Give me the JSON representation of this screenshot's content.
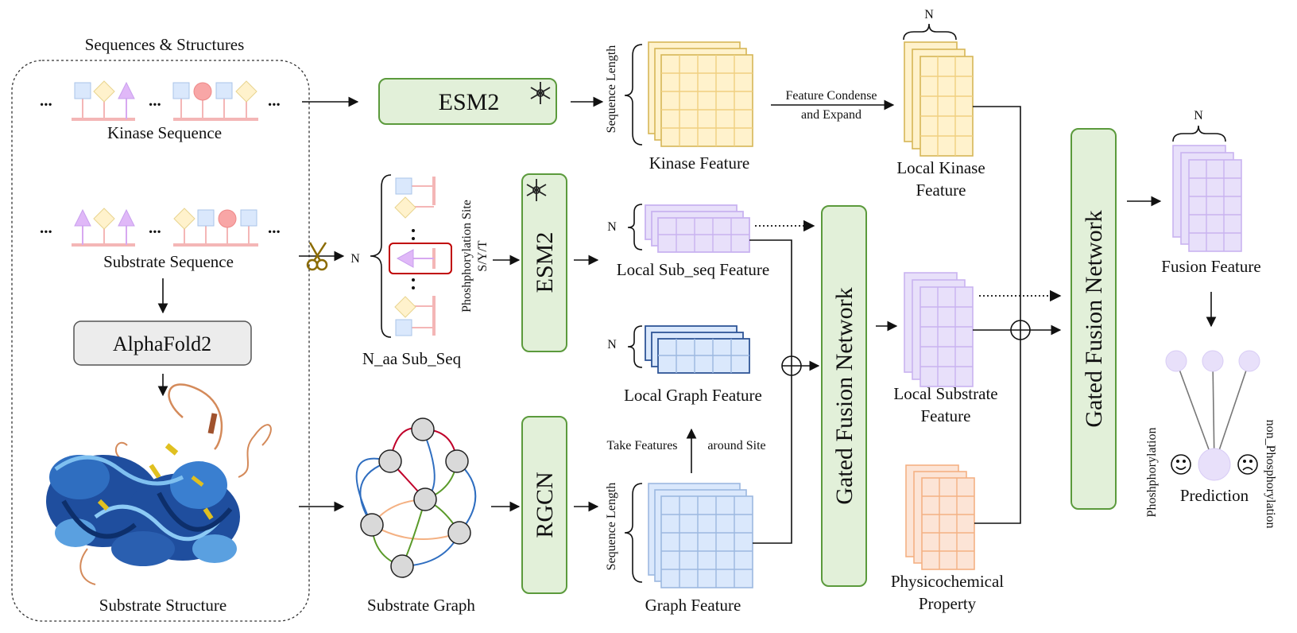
{
  "panel": {
    "title": "Sequences & Structures"
  },
  "labels": {
    "kinase_sequence": "Kinase Sequence",
    "substrate_sequence": "Substrate Sequence",
    "alphafold": "AlphaFold2",
    "substrate_structure": "Substrate Structure",
    "esm2_top": "ESM2",
    "esm2_sub": "ESM2",
    "rgcn": "RGCN",
    "n_sub": "N",
    "phospho_site_1": "Phoshphorylation Site",
    "phospho_site_2": "S/Y/T",
    "naa_subseq": "N_aa Sub_Seq",
    "substrate_graph": "Substrate Graph",
    "seq_length_top": "Sequence Length",
    "seq_length_bottom": "Sequence Length",
    "kinase_feature": "Kinase Feature",
    "local_subseq_feature": "Local Sub_seq Feature",
    "local_graph_feature": "Local Graph Feature",
    "graph_feature": "Graph Feature",
    "n_localsub": "N",
    "n_localgraph": "N",
    "take_features": "Take Features",
    "around_site": "around Site",
    "condense_1": "Feature Condense",
    "condense_2": "and Expand",
    "n_top": "N",
    "local_kinase_1": "Local Kinase",
    "local_kinase_2": "Feature",
    "gated_fusion_1": "Gated Fusion Network",
    "gated_fusion_2": "Gated Fusion Network",
    "local_substrate_1": "Local Substrate",
    "local_substrate_2": "Feature",
    "physico_1": "Physicochemical",
    "physico_2": "Property",
    "n_fusion": "N",
    "fusion_feature": "Fusion Feature",
    "prediction": "Prediction",
    "phosphorylation": "Phoshphorylation",
    "non_phosphorylation": "non_Phosphorylation",
    "ellipsis": "..."
  },
  "colors": {
    "esm_fill": "#e2f0d9",
    "esm_stroke": "#5b9a3c",
    "kinase_fill": "#fff2cc",
    "kinase_stroke": "#d6b656",
    "purple_fill": "#e8e0fa",
    "purple_stroke": "#c9b3f0",
    "blue_fill": "#dae8fc",
    "blue_stroke": "#2f5597",
    "orange_fill": "#fce4d6",
    "orange_stroke": "#f4b183",
    "pink_line": "#f4b6b6"
  }
}
